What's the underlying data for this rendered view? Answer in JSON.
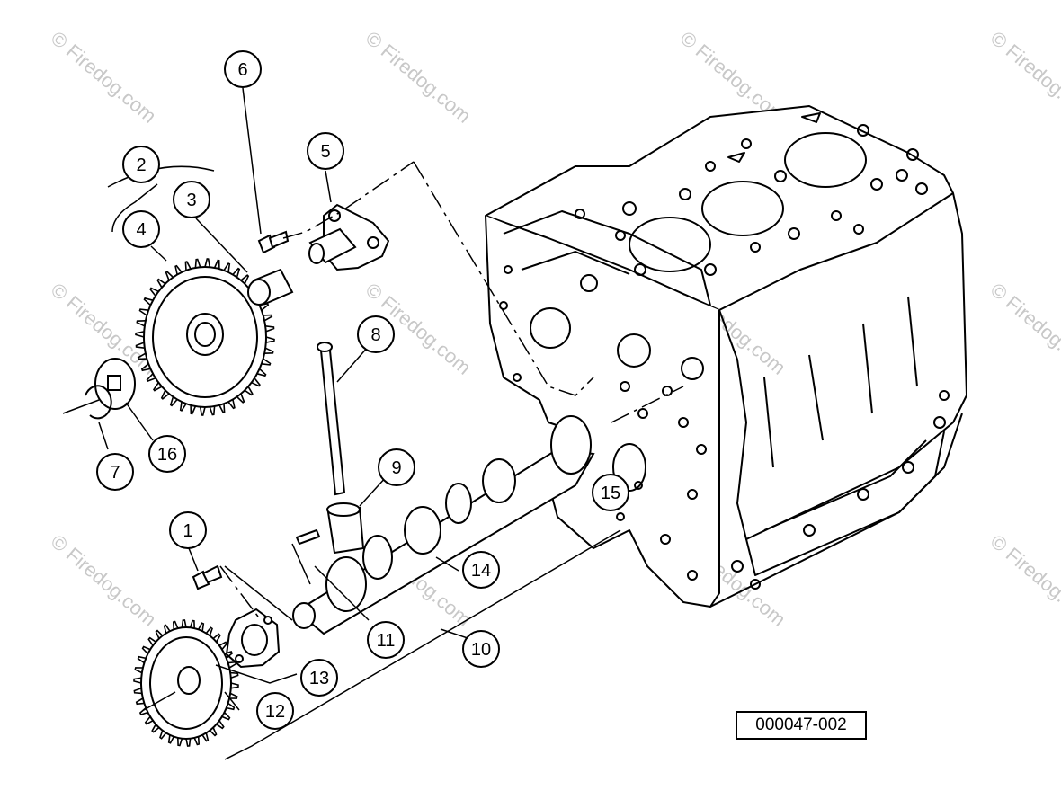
{
  "watermark": "© Firedog.com",
  "diagram_id": "000047-002",
  "callouts": [
    {
      "label": "1"
    },
    {
      "label": "2"
    },
    {
      "label": "3"
    },
    {
      "label": "4"
    },
    {
      "label": "5"
    },
    {
      "label": "6"
    },
    {
      "label": "7"
    },
    {
      "label": "8"
    },
    {
      "label": "9"
    },
    {
      "label": "10"
    },
    {
      "label": "11"
    },
    {
      "label": "12"
    },
    {
      "label": "13"
    },
    {
      "label": "14"
    },
    {
      "label": "15"
    },
    {
      "label": "16"
    }
  ],
  "colors": {
    "ink": "#000000",
    "watermark": "#c8c8c8",
    "paper": "#ffffff"
  }
}
